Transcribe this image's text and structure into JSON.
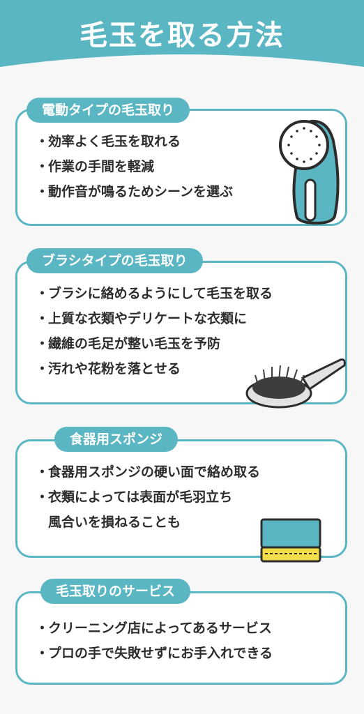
{
  "header": {
    "title": "毛玉を取る方法"
  },
  "colors": {
    "accent": "#5bb6c3",
    "text": "#2c2c2c",
    "sponge_yellow": "#f2dc4a"
  },
  "sections": [
    {
      "label": "電動タイプの毛玉取り",
      "items": [
        "効率よく毛玉を取れる",
        "作業の手間を軽減",
        "動作音が鳴るためシーンを選ぶ"
      ],
      "icon": "electric-lint-remover-icon"
    },
    {
      "label": "ブラシタイプの毛玉取り",
      "items": [
        "ブラシに絡めるようにして毛玉を取る",
        "上質な衣類やデリケートな衣類に",
        "繊維の毛足が整い毛玉を予防",
        "汚れや花粉を落とせる"
      ],
      "icon": "lint-brush-icon"
    },
    {
      "label": "食器用スポンジ",
      "items": [
        "食器用スポンジの硬い面で絡め取る",
        "衣類によっては表面が毛羽立ち",
        "風合いを損ねることも"
      ],
      "icon": "sponge-icon"
    },
    {
      "label": "毛玉取りのサービス",
      "items": [
        "クリーニング店によってあるサービス",
        "プロの手で失敗せずにお手入れできる"
      ]
    }
  ]
}
